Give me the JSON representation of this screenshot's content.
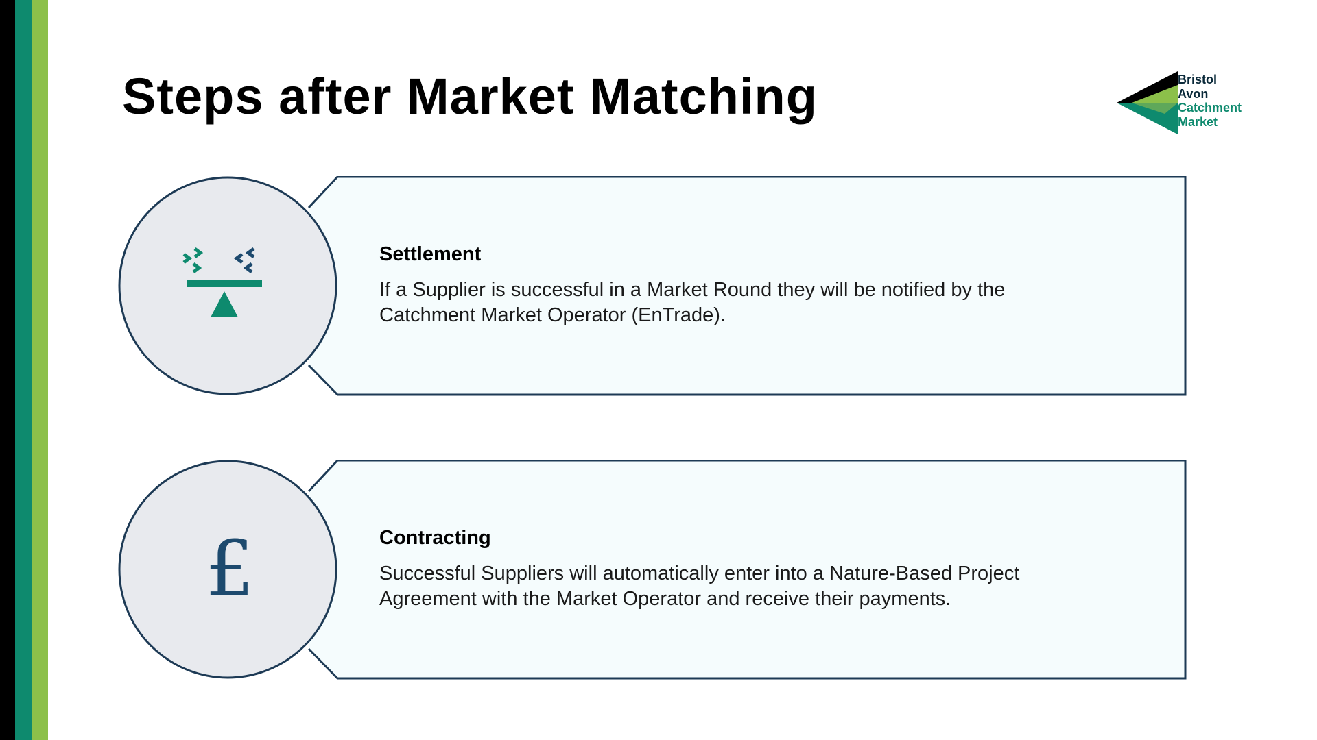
{
  "slide": {
    "title": "Steps after Market Matching",
    "accent_colors": {
      "black": "#000000",
      "teal": "#0e8a6e",
      "green": "#8cc04a",
      "navy": "#1d4a6e"
    }
  },
  "logo": {
    "line1": "Bristol",
    "line2": "Avon",
    "line3": "Catchment",
    "line4": "Market"
  },
  "steps": [
    {
      "icon": "balance-scale-icon",
      "heading": "Settlement",
      "body": "If a Supplier is successful in a Market Round they will be notified by the Catchment Market Operator (EnTrade)."
    },
    {
      "icon": "pound-sign-icon",
      "icon_glyph": "£",
      "heading": "Contracting",
      "body": "Successful Suppliers will automatically enter into a Nature-Based Project Agreement with the Market Operator and receive their payments."
    }
  ]
}
